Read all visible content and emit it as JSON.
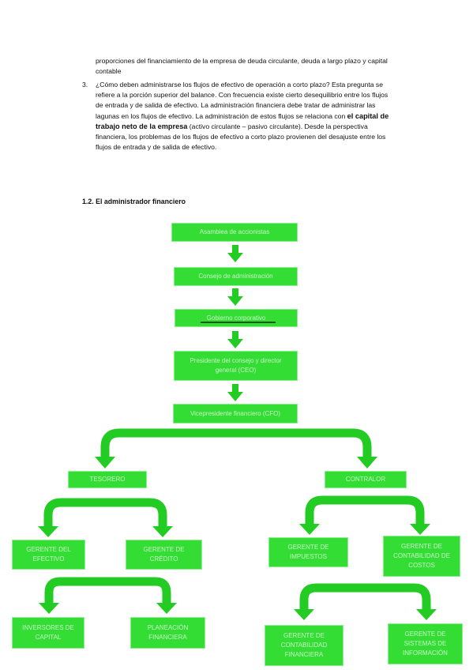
{
  "text": {
    "p1": "proporciones del financiamiento de la empresa de deuda circulante, deuda a largo plazo y capital contable",
    "item3_number": "3.",
    "p3_a": "¿Cómo deben administrarse los flujos de efectivo de operación a corto plazo? Esta pregunta se refiere a la porción superior del balance. Con frecuencia existe cierto desequilibrio entre los flujos de entrada y de salida de efectivo. La administración financiera debe tratar de administrar las lagunas en los flujos de efectivo. La administración de estos flujos se relaciona con ",
    "p3_bold": "el capital de trabajo neto de la empresa",
    "p3_b": " (activo circulante – pasivo circulante). Desde la perspectiva financiera, los problemas de los flujos de efectivo a corto plazo provienen del desajuste entre los flujos de entrada y de salida de efectivo.",
    "heading": "1.2. El administrador financiero"
  },
  "org_chart": {
    "asamblea": "Asamblea de accionistas",
    "consejo": "Consejo de administración",
    "gobierno": "Gobierno corporativo",
    "presidente": "Presidente del consejo y director general (CEO)",
    "vicepresidente": "Vicepresidente financiero (CFO)",
    "tesorero": "TESORERO",
    "contralor": "CONTRALOR",
    "gerente_efectivo": "GERENTE DEL EFECTIVO",
    "gerente_credito": "GERENTE DE CRÉDITO",
    "gerente_impuestos": "GERENTE DE IMPUESTOS",
    "gerente_costos": "GERENTE DE CONTABILIDAD DE COSTOS",
    "inversores": "INVERSORES DE CAPITAL",
    "planeacion": "PLANEACIÓN FINANCIERA",
    "gerente_contabilidad_fin": "GERENTE DE CONTABILIDAD FINANCIERA",
    "gerente_sistemas": "GERENTE DE SISTEMAS DE INFORMACIÓN"
  },
  "colors": {
    "box_fill": "#33dd33",
    "arrow": "#22cc22",
    "box_text": "#c9f5c9"
  }
}
